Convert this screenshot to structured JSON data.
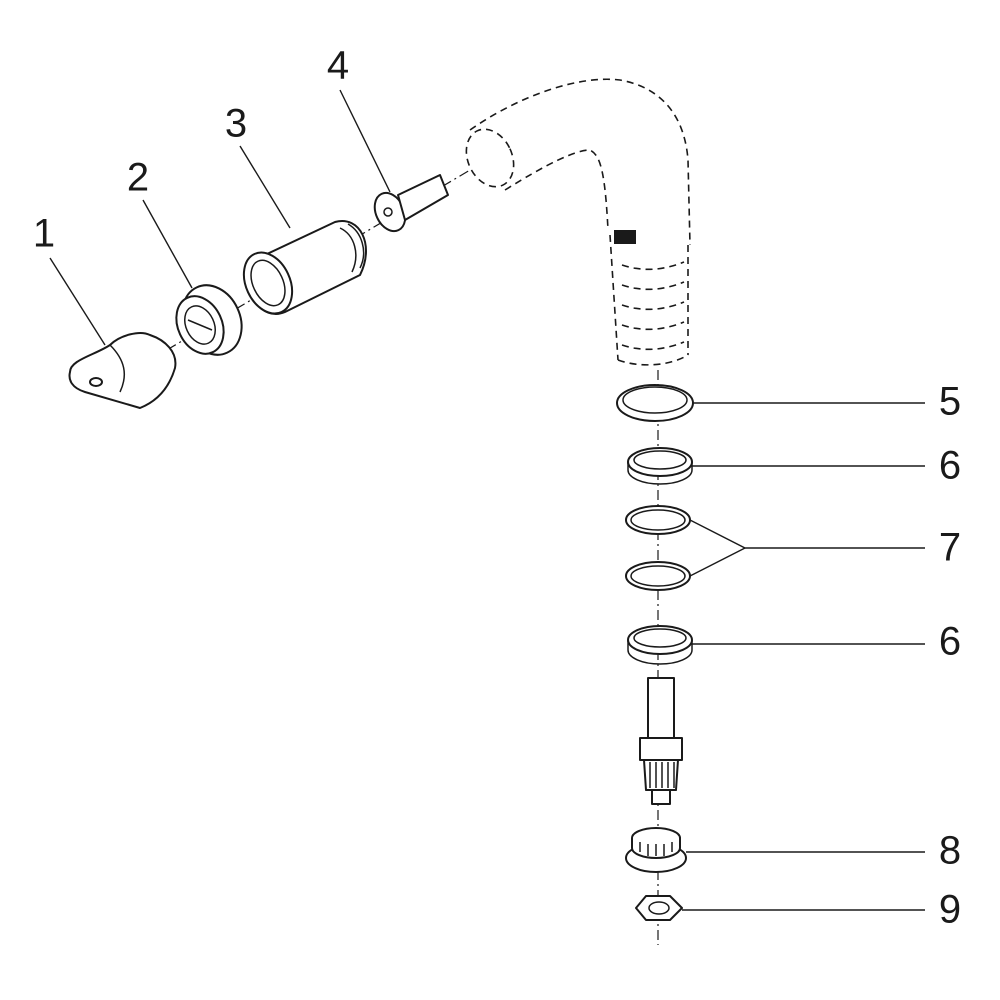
{
  "diagram": {
    "callouts": [
      {
        "id": "1",
        "label": "1"
      },
      {
        "id": "2",
        "label": "2"
      },
      {
        "id": "3",
        "label": "3"
      },
      {
        "id": "4",
        "label": "4"
      },
      {
        "id": "5",
        "label": "5"
      },
      {
        "id": "6a",
        "label": "6"
      },
      {
        "id": "7",
        "label": "7"
      },
      {
        "id": "6b",
        "label": "6"
      },
      {
        "id": "8",
        "label": "8"
      },
      {
        "id": "9",
        "label": "9"
      }
    ]
  }
}
